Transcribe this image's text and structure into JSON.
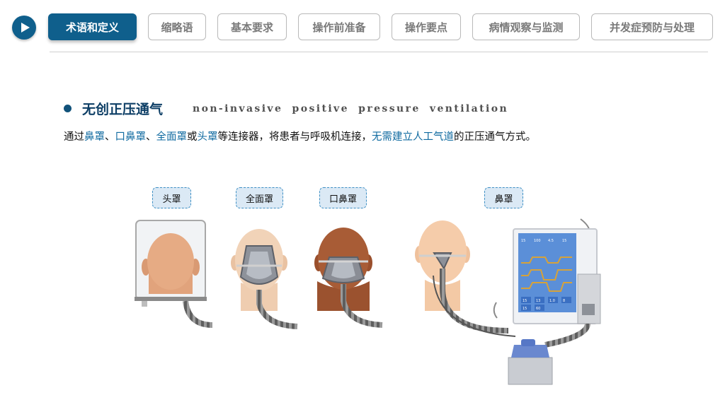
{
  "nav": {
    "tabs": [
      {
        "label": "术语和定义",
        "active": true
      },
      {
        "label": "缩略语",
        "active": false
      },
      {
        "label": "基本要求",
        "active": false
      },
      {
        "label": "操作前准备",
        "active": false
      },
      {
        "label": "操作要点",
        "active": false
      },
      {
        "label": "病情观察与监测",
        "active": false
      },
      {
        "label": "并发症预防与处理",
        "active": false
      }
    ]
  },
  "term": {
    "zh": "无创正压通气",
    "en": "non-invasive positive pressure ventilation",
    "definition": {
      "t1": "通过",
      "h1": "鼻罩",
      "s1": "、",
      "h2": "口鼻罩",
      "s2": "、",
      "h3": "全面罩",
      "t2": "或",
      "h4": "头罩",
      "t3": "等连接器，将患者与呼吸机连接，",
      "h5": "无需建立人工气道",
      "t4": "的正压通气方式。"
    }
  },
  "masks": {
    "helmet": "头罩",
    "full_face": "全面罩",
    "oronasal": "口鼻罩",
    "nasal": "鼻罩"
  },
  "ventilator": {
    "screen_top": [
      "15",
      "100",
      "4.5",
      "15"
    ],
    "screen_bottom": [
      "15",
      "13",
      "1.0",
      "8",
      "15",
      "60"
    ]
  },
  "colors": {
    "primary": "#0f5f8c",
    "highlight": "#0f6aa0",
    "label_bg": "#dbe9f5",
    "label_border": "#3d8fc4",
    "screen_bg": "#5b8fd8",
    "wave": "#d6a23a"
  }
}
